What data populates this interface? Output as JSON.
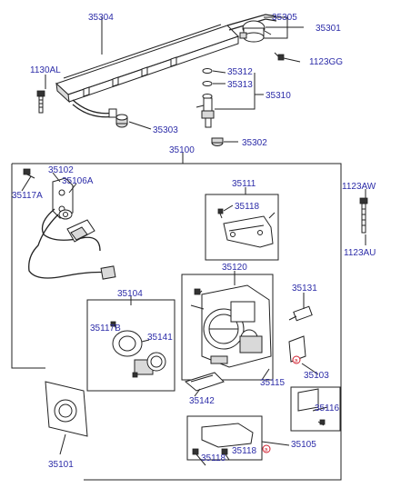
{
  "colors": {
    "label": "#2c2ca8",
    "line": "#222222",
    "marker": "#d2202f"
  },
  "marker_text": "a",
  "labels": {
    "p35304": "35304",
    "p35305": "35305",
    "p35301": "35301",
    "p1130AL": "1130AL",
    "p1123GG": "1123GG",
    "p35312": "35312",
    "p35313": "35313",
    "p35310": "35310",
    "p35303": "35303",
    "p35302": "35302",
    "p35100": "35100",
    "p35102": "35102",
    "p35117A": "35117A",
    "p35106A": "35106A",
    "p35111": "35111",
    "p35118a": "35118",
    "p1123AW": "1123AW",
    "p1123AU": "1123AU",
    "p35120": "35120",
    "p35104": "35104",
    "p35131": "35131",
    "p35117B": "35117B",
    "p35141": "35141",
    "p35103": "35103",
    "p35115": "35115",
    "p35142": "35142",
    "p35116": "35116",
    "p35105": "35105",
    "p35101": "35101",
    "p35118b": "35118",
    "p35118c": "35118"
  }
}
